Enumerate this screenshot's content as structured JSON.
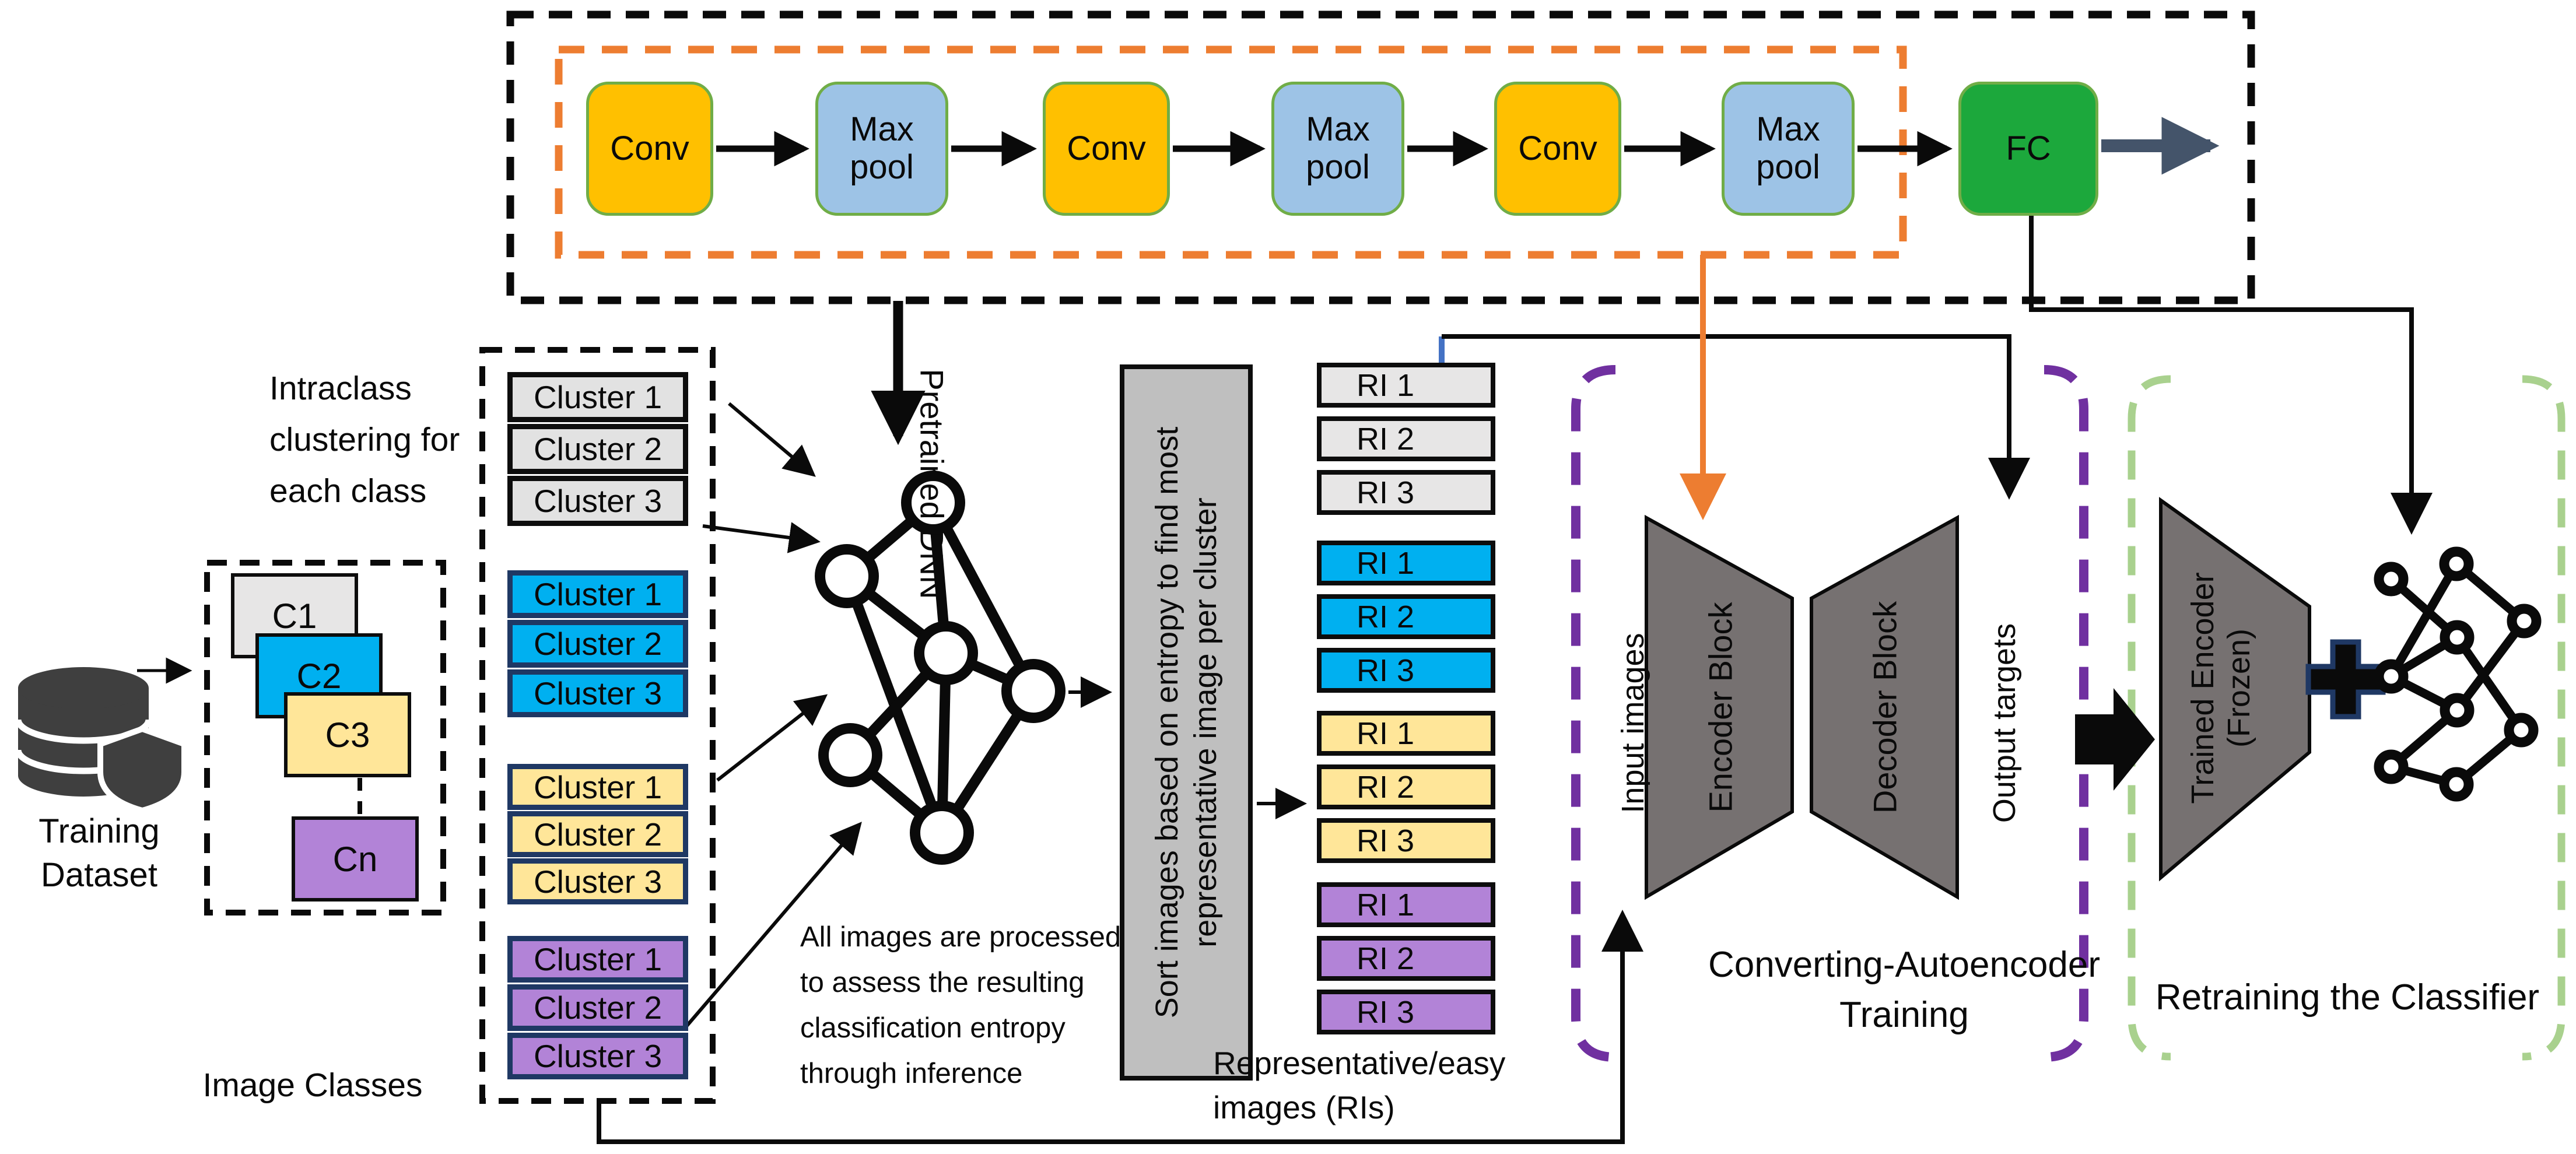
{
  "colors": {
    "conv_block": "#FFC000",
    "pool_block": "#9DC3E6",
    "fc_block": "#1CA83C",
    "block_border_green": "#70AD47",
    "orange_accent": "#ED7D31",
    "slate_arrow": "#44546A",
    "gray_fill": "#E7E6E6",
    "blue_fill": "#00B0F0",
    "yellow_fill": "#FFE699",
    "purple_fill": "#B283D7",
    "navy_border": "#1F3864",
    "trapezoid_gray": "#767171",
    "sort_box_gray": "#BFBFBF",
    "purple_dashed": "#7030A0",
    "green_dashed": "#A9D18E",
    "blue_connector": "#4472C4"
  },
  "cnn_pipeline": {
    "blocks": [
      {
        "label": "Conv"
      },
      {
        "label": "Max pool"
      },
      {
        "label": "Conv"
      },
      {
        "label": "Max pool"
      },
      {
        "label": "Conv"
      },
      {
        "label": "Max pool"
      },
      {
        "label": "FC"
      }
    ],
    "pretrained_label": "Pretrained DNN"
  },
  "dataset": {
    "name_line1": "Training",
    "name_line2": "Dataset",
    "caption": "Image Classes",
    "classes": [
      "C1",
      "C2",
      "C3",
      "Cn"
    ]
  },
  "intraclass_note": {
    "line1": "Intraclass",
    "line2": "clustering for",
    "line3": "each class"
  },
  "cluster_groups": [
    {
      "items": [
        "Cluster 1",
        "Cluster 2",
        "Cluster 3"
      ]
    },
    {
      "items": [
        "Cluster 1",
        "Cluster 2",
        "Cluster 3"
      ]
    },
    {
      "items": [
        "Cluster 1",
        "Cluster 2",
        "Cluster 3"
      ]
    },
    {
      "items": [
        "Cluster 1",
        "Cluster 2",
        "Cluster 3"
      ]
    }
  ],
  "inference_note": {
    "line1": "All images are processed",
    "line2": "to assess the resulting",
    "line3": "classification entropy",
    "line4": "through inference"
  },
  "sort_box": {
    "line1": "Sort images based on entropy to find most",
    "line2": "representative image per cluster"
  },
  "ri_groups": [
    {
      "items": [
        "RI 1",
        "RI 2",
        "RI 3"
      ]
    },
    {
      "items": [
        "RI 1",
        "RI 2",
        "RI 3"
      ]
    },
    {
      "items": [
        "RI 1",
        "RI 2",
        "RI 3"
      ]
    },
    {
      "items": [
        "RI 1",
        "RI 2",
        "RI 3"
      ]
    }
  ],
  "ri_caption": {
    "line1": "Representative/easy",
    "line2": "images (RIs)"
  },
  "autoencoder": {
    "input_label": "Input images",
    "encoder_label": "Encoder Block",
    "decoder_label": "Decoder Block",
    "output_label": "Output targets",
    "caption_line1": "Converting-Autoencoder",
    "caption_line2": "Training"
  },
  "retraining": {
    "encoder_line1": "Trained Encoder",
    "encoder_line2": "(Frozen)",
    "caption": "Retraining the Classifier"
  }
}
